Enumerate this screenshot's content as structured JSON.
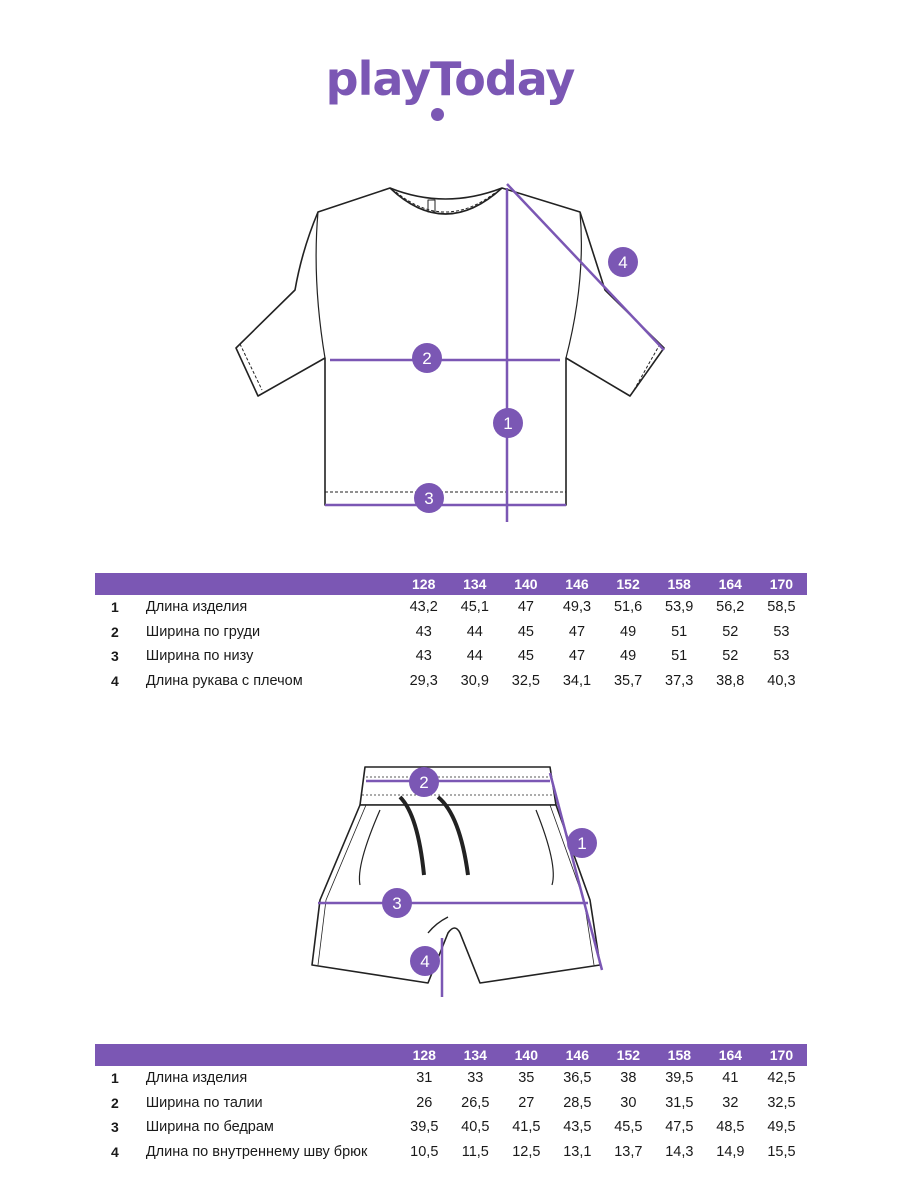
{
  "brand": {
    "logo_text": "playToday",
    "accent_color": "#7b57b4"
  },
  "shirt": {
    "callouts": [
      "1",
      "2",
      "3",
      "4"
    ],
    "sizes": [
      "128",
      "134",
      "140",
      "146",
      "152",
      "158",
      "164",
      "170"
    ],
    "rows": [
      {
        "num": "1",
        "label": "Длина изделия",
        "values": [
          "43,2",
          "45,1",
          "47",
          "49,3",
          "51,6",
          "53,9",
          "56,2",
          "58,5"
        ]
      },
      {
        "num": "2",
        "label": "Ширина по груди",
        "values": [
          "43",
          "44",
          "45",
          "47",
          "49",
          "51",
          "52",
          "53"
        ]
      },
      {
        "num": "3",
        "label": "Ширина по низу",
        "values": [
          "43",
          "44",
          "45",
          "47",
          "49",
          "51",
          "52",
          "53"
        ]
      },
      {
        "num": "4",
        "label": "Длина рукава с плечом",
        "values": [
          "29,3",
          "30,9",
          "32,5",
          "34,1",
          "35,7",
          "37,3",
          "38,8",
          "40,3"
        ]
      }
    ]
  },
  "shorts": {
    "callouts": [
      "1",
      "2",
      "3",
      "4"
    ],
    "sizes": [
      "128",
      "134",
      "140",
      "146",
      "152",
      "158",
      "164",
      "170"
    ],
    "rows": [
      {
        "num": "1",
        "label": "Длина изделия",
        "values": [
          "31",
          "33",
          "35",
          "36,5",
          "38",
          "39,5",
          "41",
          "42,5"
        ]
      },
      {
        "num": "2",
        "label": "Ширина по талии",
        "values": [
          "26",
          "26,5",
          "27",
          "28,5",
          "30",
          "31,5",
          "32",
          "32,5"
        ]
      },
      {
        "num": "3",
        "label": "Ширина по бедрам",
        "values": [
          "39,5",
          "40,5",
          "41,5",
          "43,5",
          "45,5",
          "47,5",
          "48,5",
          "49,5"
        ]
      },
      {
        "num": "4",
        "label": "Длина по внутреннему шву брюк",
        "values": [
          "10,5",
          "11,5",
          "12,5",
          "13,1",
          "13,7",
          "14,3",
          "14,9",
          "15,5"
        ]
      }
    ]
  }
}
